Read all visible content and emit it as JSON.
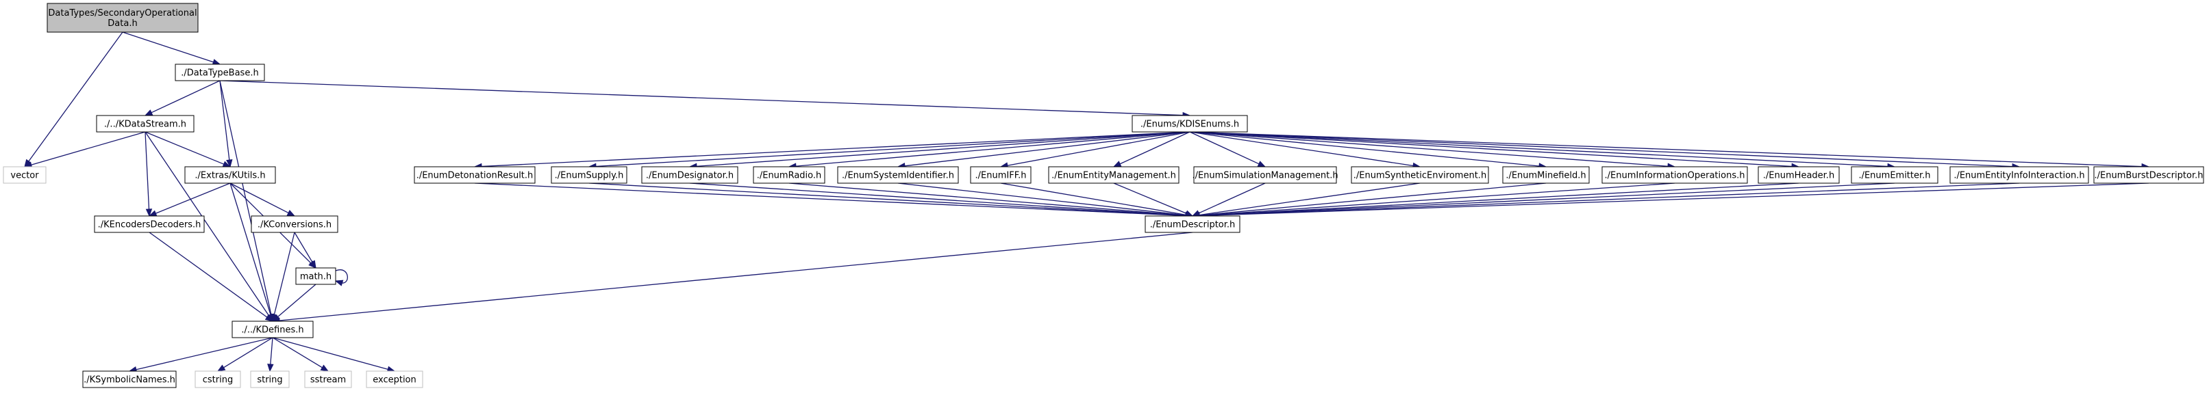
{
  "graph": {
    "nodes": [
      {
        "id": "root",
        "lines": [
          "DataTypes/SecondaryOperational",
          "Data.h"
        ],
        "style": "root"
      },
      {
        "id": "vector",
        "lines": [
          "vector"
        ],
        "style": "system"
      },
      {
        "id": "dtb",
        "lines": [
          "./DataTypeBase.h"
        ],
        "style": "normal"
      },
      {
        "id": "kds",
        "lines": [
          "./../KDataStream.h"
        ],
        "style": "normal"
      },
      {
        "id": "kutils",
        "lines": [
          "./Extras/KUtils.h"
        ],
        "style": "normal"
      },
      {
        "id": "kenc",
        "lines": [
          "./KEncodersDecoders.h"
        ],
        "style": "normal"
      },
      {
        "id": "kconv",
        "lines": [
          "./KConversions.h"
        ],
        "style": "normal"
      },
      {
        "id": "math",
        "lines": [
          "math.h"
        ],
        "style": "normal"
      },
      {
        "id": "kdef",
        "lines": [
          "./../KDefines.h"
        ],
        "style": "normal"
      },
      {
        "id": "ksym",
        "lines": [
          "./KSymbolicNames.h"
        ],
        "style": "normal"
      },
      {
        "id": "cstring",
        "lines": [
          "cstring"
        ],
        "style": "system"
      },
      {
        "id": "string",
        "lines": [
          "string"
        ],
        "style": "system"
      },
      {
        "id": "sstream",
        "lines": [
          "sstream"
        ],
        "style": "system"
      },
      {
        "id": "exception",
        "lines": [
          "exception"
        ],
        "style": "system"
      },
      {
        "id": "kdis",
        "lines": [
          "./Enums/KDISEnums.h"
        ],
        "style": "normal"
      },
      {
        "id": "e_det",
        "lines": [
          "./EnumDetonationResult.h"
        ],
        "style": "normal"
      },
      {
        "id": "e_sup",
        "lines": [
          "./EnumSupply.h"
        ],
        "style": "normal"
      },
      {
        "id": "e_des",
        "lines": [
          "./EnumDesignator.h"
        ],
        "style": "normal"
      },
      {
        "id": "e_rad",
        "lines": [
          "./EnumRadio.h"
        ],
        "style": "normal"
      },
      {
        "id": "e_sys",
        "lines": [
          "./EnumSystemIdentifier.h"
        ],
        "style": "normal"
      },
      {
        "id": "e_iff",
        "lines": [
          "./EnumIFF.h"
        ],
        "style": "normal"
      },
      {
        "id": "e_ent",
        "lines": [
          "./EnumEntityManagement.h"
        ],
        "style": "normal"
      },
      {
        "id": "e_sim",
        "lines": [
          "./EnumSimulationManagement.h"
        ],
        "style": "normal"
      },
      {
        "id": "e_syn",
        "lines": [
          "./EnumSyntheticEnviroment.h"
        ],
        "style": "normal"
      },
      {
        "id": "e_min",
        "lines": [
          "./EnumMinefield.h"
        ],
        "style": "normal"
      },
      {
        "id": "e_inf",
        "lines": [
          "./EnumInformationOperations.h"
        ],
        "style": "normal"
      },
      {
        "id": "e_hdr",
        "lines": [
          "./EnumHeader.h"
        ],
        "style": "normal"
      },
      {
        "id": "e_emi",
        "lines": [
          "./EnumEmitter.h"
        ],
        "style": "normal"
      },
      {
        "id": "e_eii",
        "lines": [
          "./EnumEntityInfoInteraction.h"
        ],
        "style": "normal"
      },
      {
        "id": "e_bur",
        "lines": [
          "./EnumBurstDescriptor.h"
        ],
        "style": "normal"
      },
      {
        "id": "edesc",
        "lines": [
          "./EnumDescriptor.h"
        ],
        "style": "normal"
      }
    ],
    "edges": [
      [
        "root",
        "dtb"
      ],
      [
        "root",
        "vector"
      ],
      [
        "dtb",
        "kds"
      ],
      [
        "dtb",
        "kutils"
      ],
      [
        "dtb",
        "kdef"
      ],
      [
        "dtb",
        "kdis"
      ],
      [
        "kds",
        "vector"
      ],
      [
        "kds",
        "kutils"
      ],
      [
        "kds",
        "kenc"
      ],
      [
        "kds",
        "kdef"
      ],
      [
        "kutils",
        "kenc"
      ],
      [
        "kutils",
        "kconv"
      ],
      [
        "kutils",
        "math"
      ],
      [
        "kutils",
        "kdef"
      ],
      [
        "kenc",
        "kdef"
      ],
      [
        "kconv",
        "math"
      ],
      [
        "kconv",
        "kdef"
      ],
      [
        "math",
        "kdef"
      ],
      [
        "math",
        "math"
      ],
      [
        "kdef",
        "ksym"
      ],
      [
        "kdef",
        "cstring"
      ],
      [
        "kdef",
        "string"
      ],
      [
        "kdef",
        "sstream"
      ],
      [
        "kdef",
        "exception"
      ],
      [
        "kdis",
        "e_det"
      ],
      [
        "kdis",
        "e_sup"
      ],
      [
        "kdis",
        "e_des"
      ],
      [
        "kdis",
        "e_rad"
      ],
      [
        "kdis",
        "e_sys"
      ],
      [
        "kdis",
        "e_iff"
      ],
      [
        "kdis",
        "e_ent"
      ],
      [
        "kdis",
        "e_sim"
      ],
      [
        "kdis",
        "e_syn"
      ],
      [
        "kdis",
        "e_min"
      ],
      [
        "kdis",
        "e_inf"
      ],
      [
        "kdis",
        "e_hdr"
      ],
      [
        "kdis",
        "e_emi"
      ],
      [
        "kdis",
        "e_eii"
      ],
      [
        "kdis",
        "e_bur"
      ],
      [
        "e_det",
        "edesc"
      ],
      [
        "e_sup",
        "edesc"
      ],
      [
        "e_des",
        "edesc"
      ],
      [
        "e_rad",
        "edesc"
      ],
      [
        "e_sys",
        "edesc"
      ],
      [
        "e_iff",
        "edesc"
      ],
      [
        "e_ent",
        "edesc"
      ],
      [
        "e_sim",
        "edesc"
      ],
      [
        "e_syn",
        "edesc"
      ],
      [
        "e_min",
        "edesc"
      ],
      [
        "e_inf",
        "edesc"
      ],
      [
        "e_hdr",
        "edesc"
      ],
      [
        "e_emi",
        "edesc"
      ],
      [
        "e_eii",
        "edesc"
      ],
      [
        "e_bur",
        "edesc"
      ],
      [
        "edesc",
        "kdef"
      ]
    ]
  }
}
